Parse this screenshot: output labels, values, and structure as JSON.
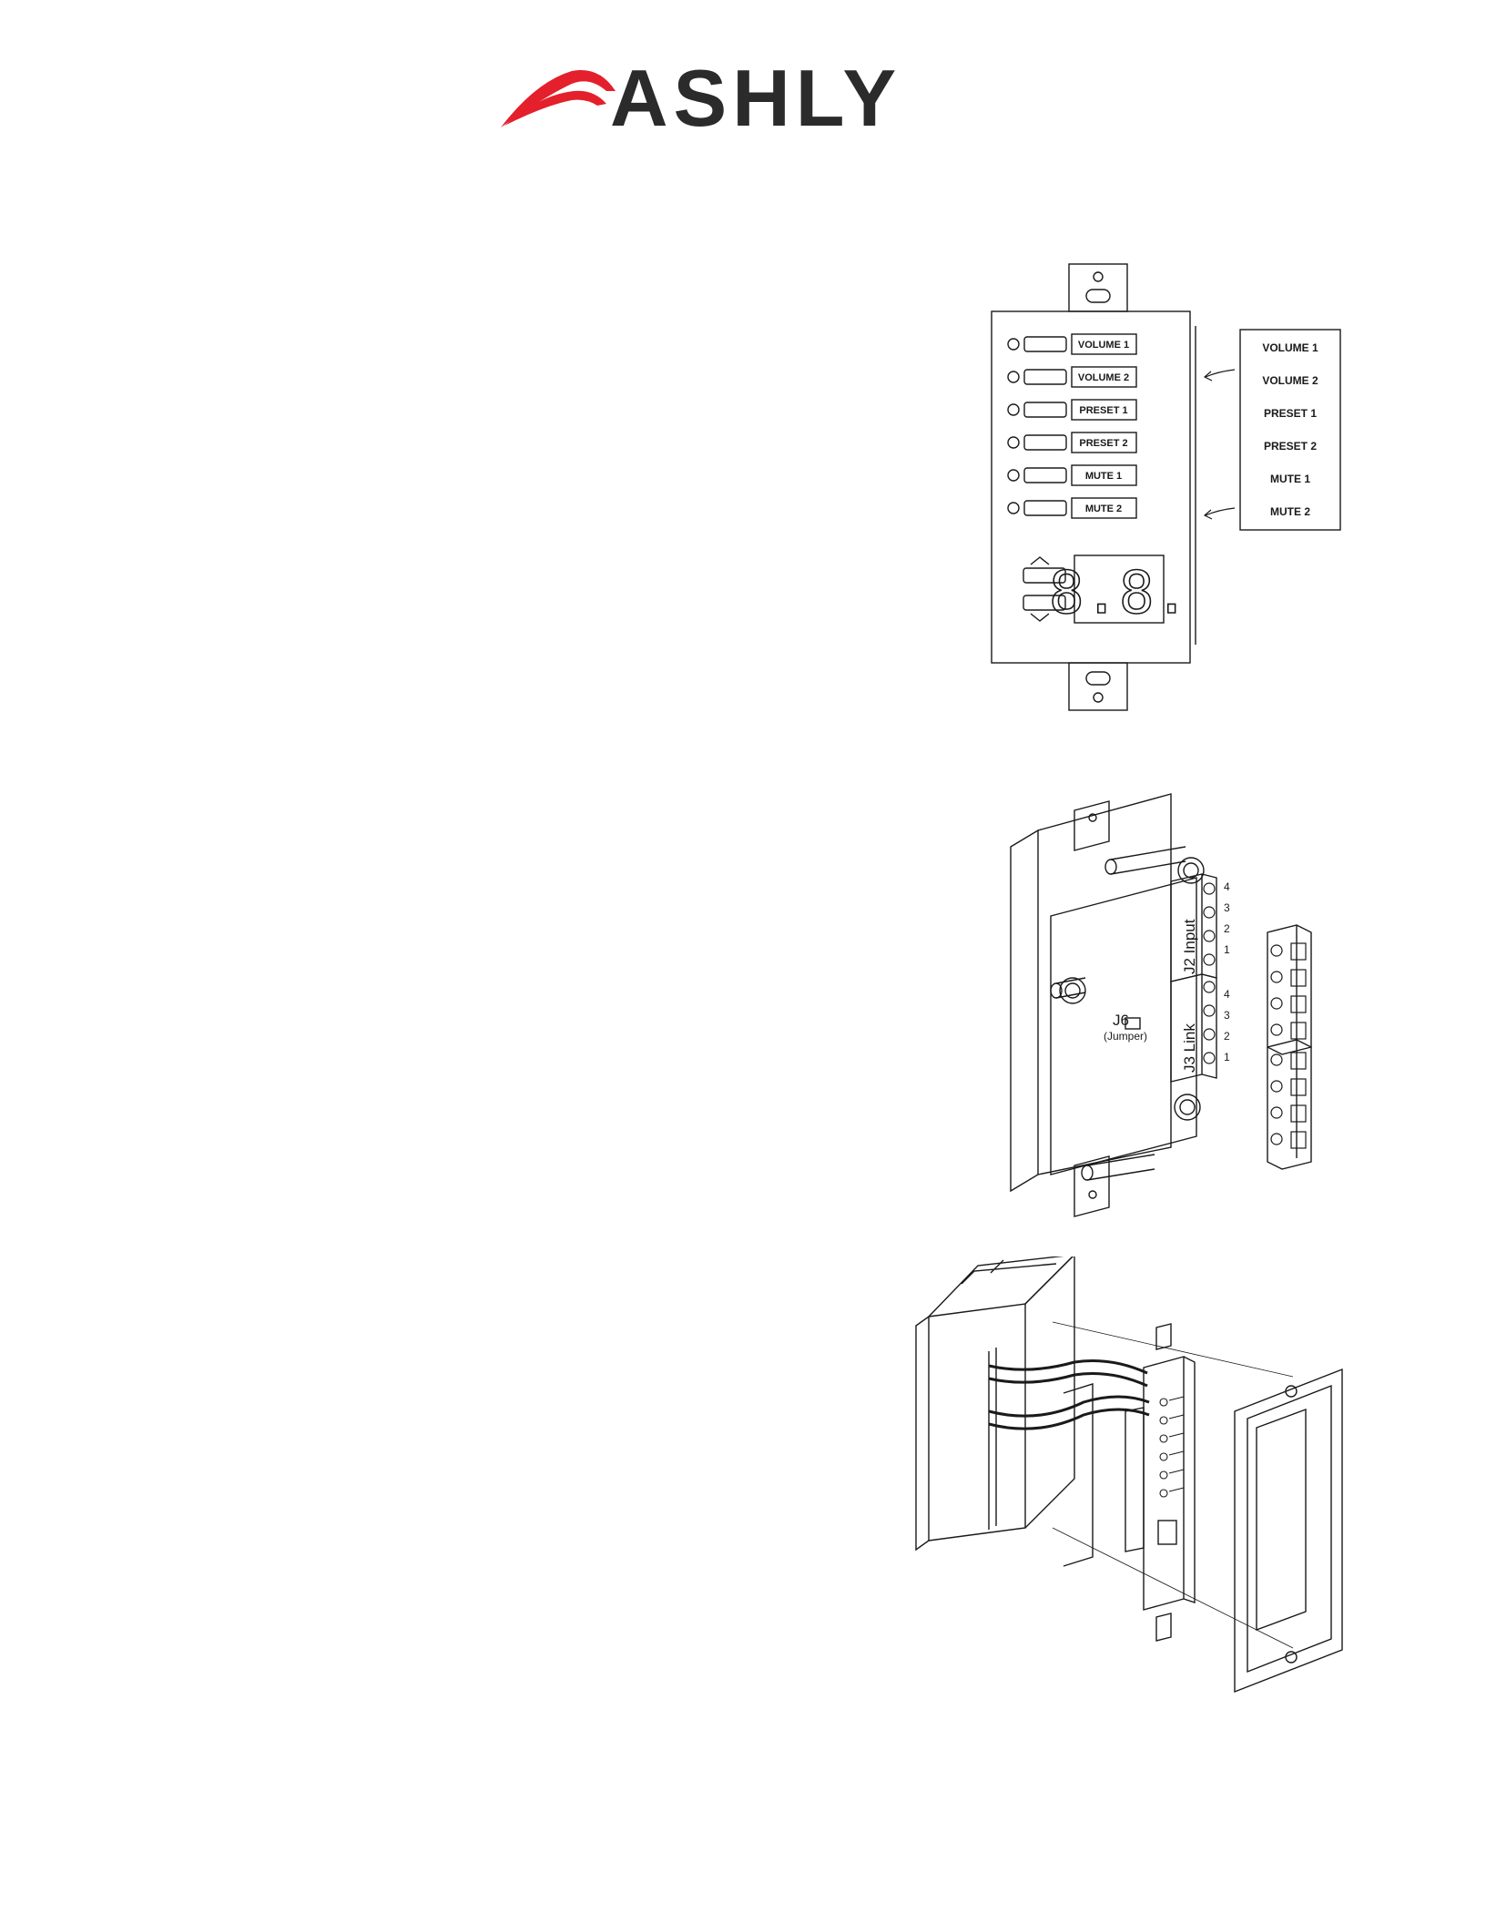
{
  "logo": {
    "text": "ASHLY",
    "swoosh_color": "#e3202b",
    "text_color": "#2b2b2b"
  },
  "front_panel": {
    "buttons": [
      "VOLUME 1",
      "VOLUME 2",
      "PRESET 1",
      "PRESET 2",
      "MUTE 1",
      "MUTE 2"
    ],
    "key": [
      "VOLUME 1",
      "VOLUME 2",
      "PRESET 1",
      "PRESET 2",
      "MUTE 1",
      "MUTE 2"
    ],
    "display": "8.8."
  },
  "pcb": {
    "j2_label": "J2 Input",
    "j3_label": "J3 Link",
    "j6_label": "J6",
    "jumper_label": "(Jumper)",
    "j2_pins": [
      "4",
      "3",
      "2",
      "1"
    ],
    "j3_pins": [
      "4",
      "3",
      "2",
      "1"
    ]
  }
}
